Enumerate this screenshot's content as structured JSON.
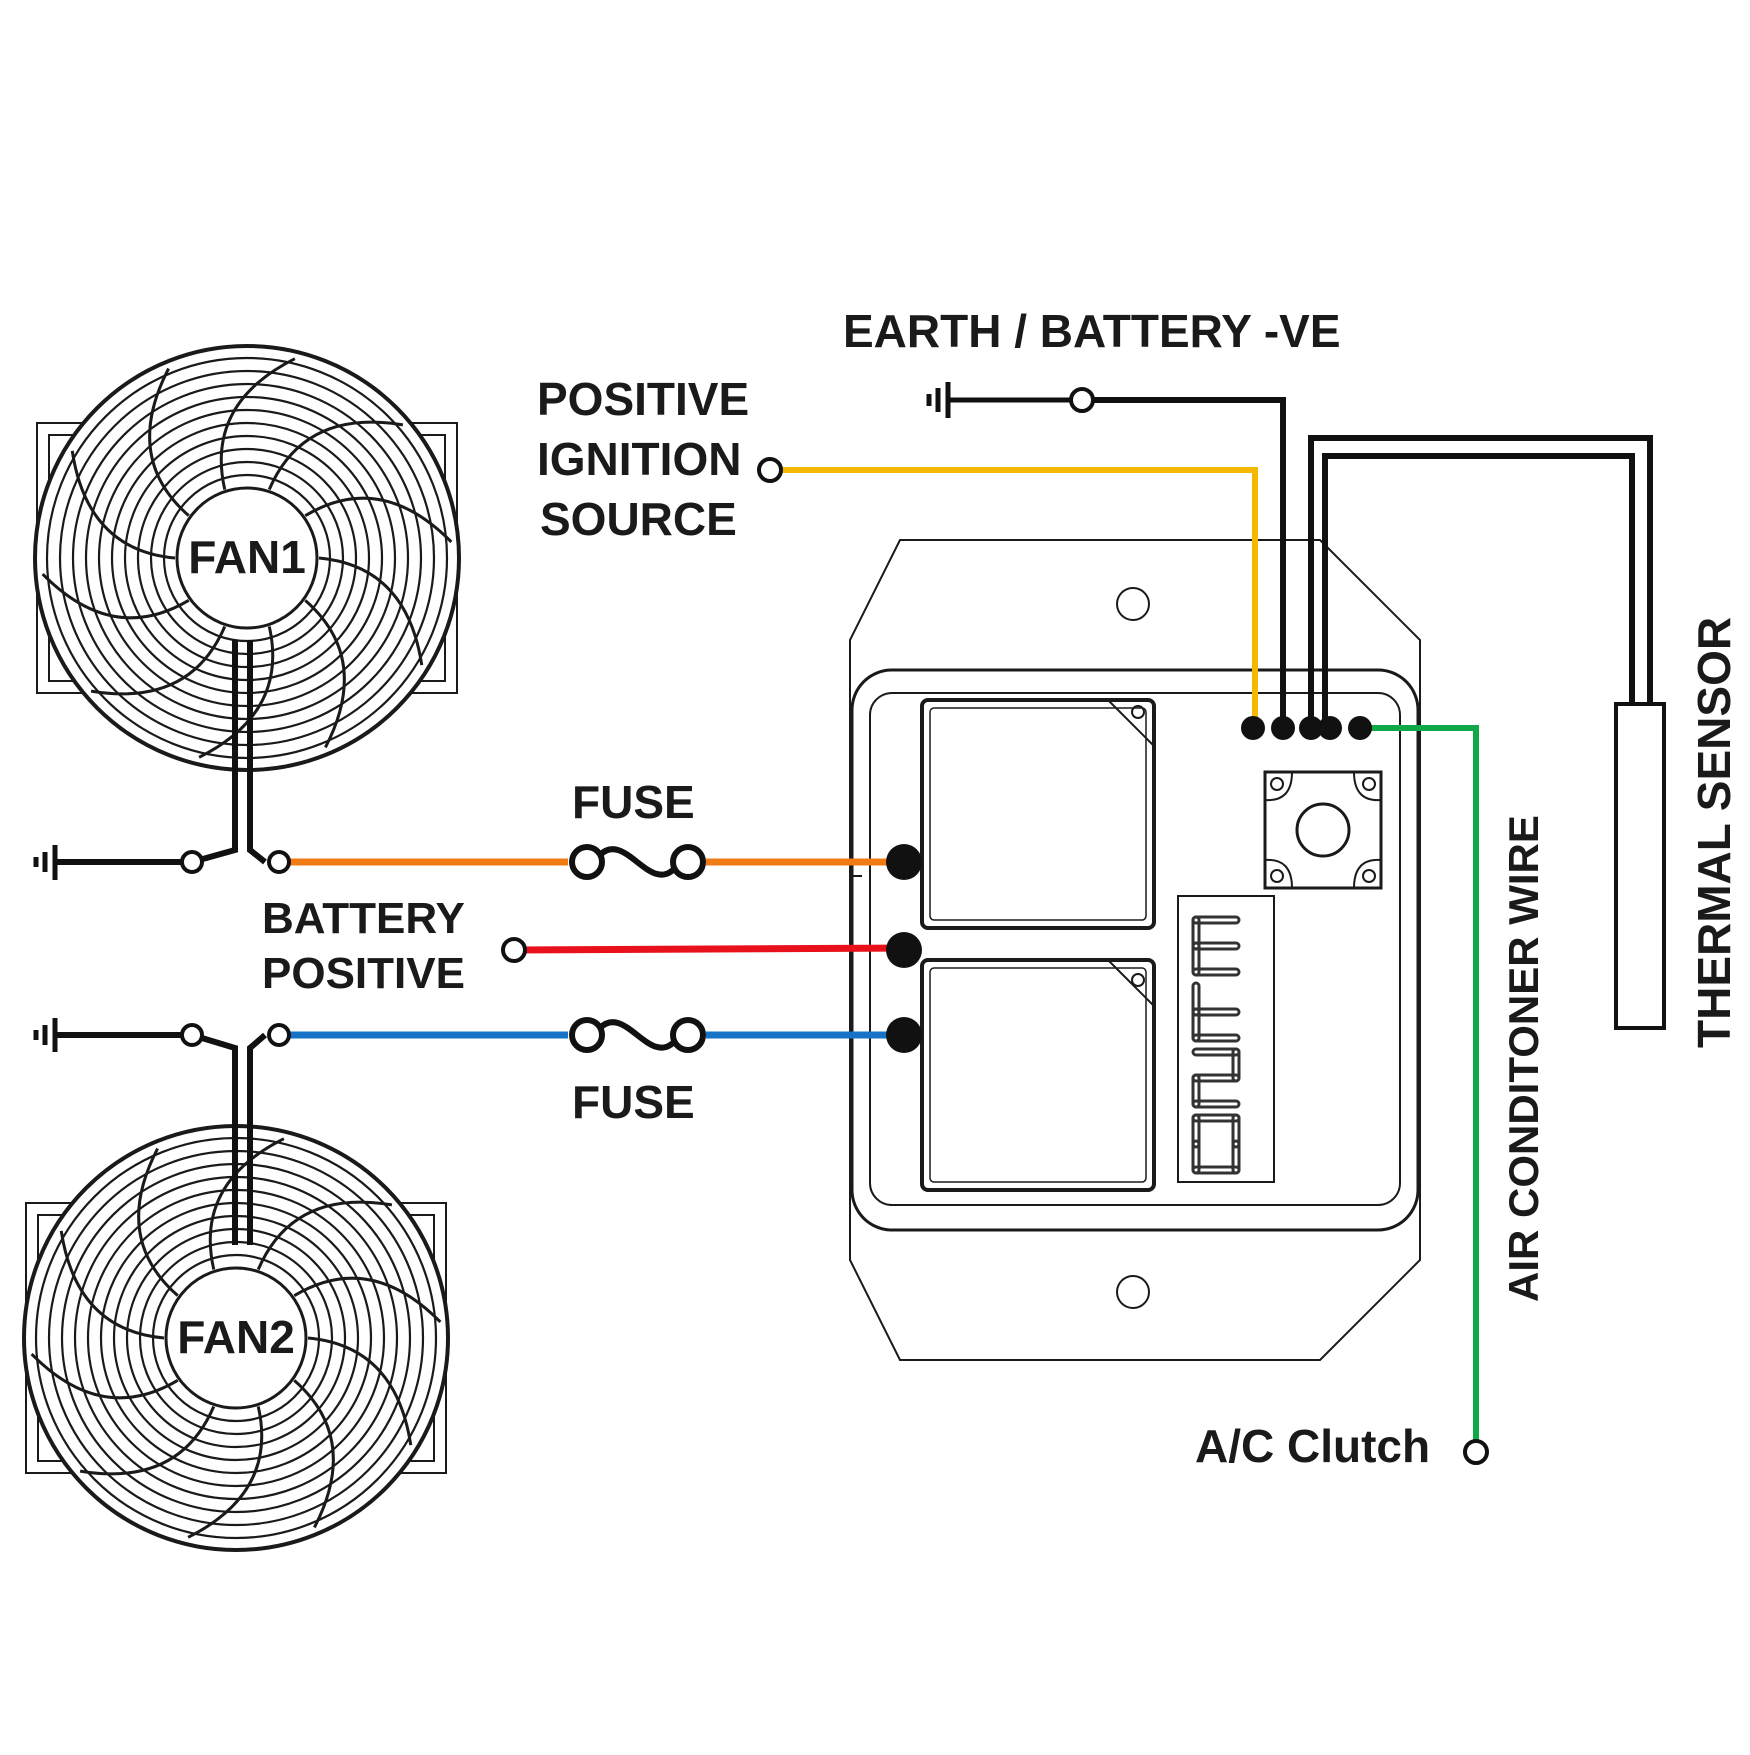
{
  "labels": {
    "earth": "EARTH / BATTERY -VE",
    "ignition_line1": "POSITIVE",
    "ignition_line2": "IGNITION",
    "ignition_line3": "SOURCE",
    "fuse_top": "FUSE",
    "fuse_bottom": "FUSE",
    "battery_line1": "BATTERY",
    "battery_line2": "POSITIVE",
    "fan1": "FAN1",
    "fan2": "FAN2",
    "ac_clutch": "A/C Clutch",
    "ac_wire": "AIR CONDITONER WIRE",
    "thermal_sensor": "THERMAL SENSOR"
  },
  "wire_colors": {
    "ignition": "#f5b800",
    "earth": "#111111",
    "sensor": "#111111",
    "ac": "#11a84a",
    "fan1_supply": "#f07a14",
    "battery": "#e8101a",
    "fan2_supply": "#1673c8"
  },
  "display_digits": [
    "E",
    "T",
    "2",
    "0"
  ],
  "icons": [
    "ground-symbol-icon",
    "fan-icon",
    "fuse-icon",
    "push-button-icon",
    "thermal-sensor-icon"
  ]
}
